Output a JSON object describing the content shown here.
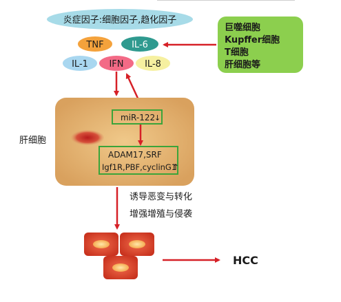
{
  "header_oval": {
    "text": "炎症因子:细胞因子,趋化因子"
  },
  "cytokines": [
    {
      "label": "TNF",
      "color": "#f4a23c"
    },
    {
      "label": "IL-6",
      "color": "#2f9a8f"
    },
    {
      "label": "IL-1",
      "color": "#a9d7f0"
    },
    {
      "label": "IFN",
      "color": "#f36a86"
    },
    {
      "label": "IL-8",
      "color": "#f6f0a0"
    }
  ],
  "source_box": {
    "color": "#8ccf4e",
    "lines": [
      "巨噬细胞",
      "Kupffer细胞",
      "T细胞",
      "肝细胞等"
    ]
  },
  "hepatocyte": {
    "label": "肝细胞",
    "fill_color": "#e3b97a",
    "mirna_box": {
      "text": "miR-122",
      "arrow": "↓"
    },
    "targets_box": {
      "line1": "ADAM17,SRF",
      "line2": "Igf1R,PBF,cyclinG1",
      "arrow": "↑"
    }
  },
  "process": {
    "line1": "诱导恶变与转化",
    "line2": "增强增殖与侵袭"
  },
  "result": {
    "label": "HCC"
  },
  "colors": {
    "arrow": "#d62027",
    "green_border": "#3aa43a",
    "oval": "#a7dbe8",
    "tumor_cell": "#e2402a"
  }
}
